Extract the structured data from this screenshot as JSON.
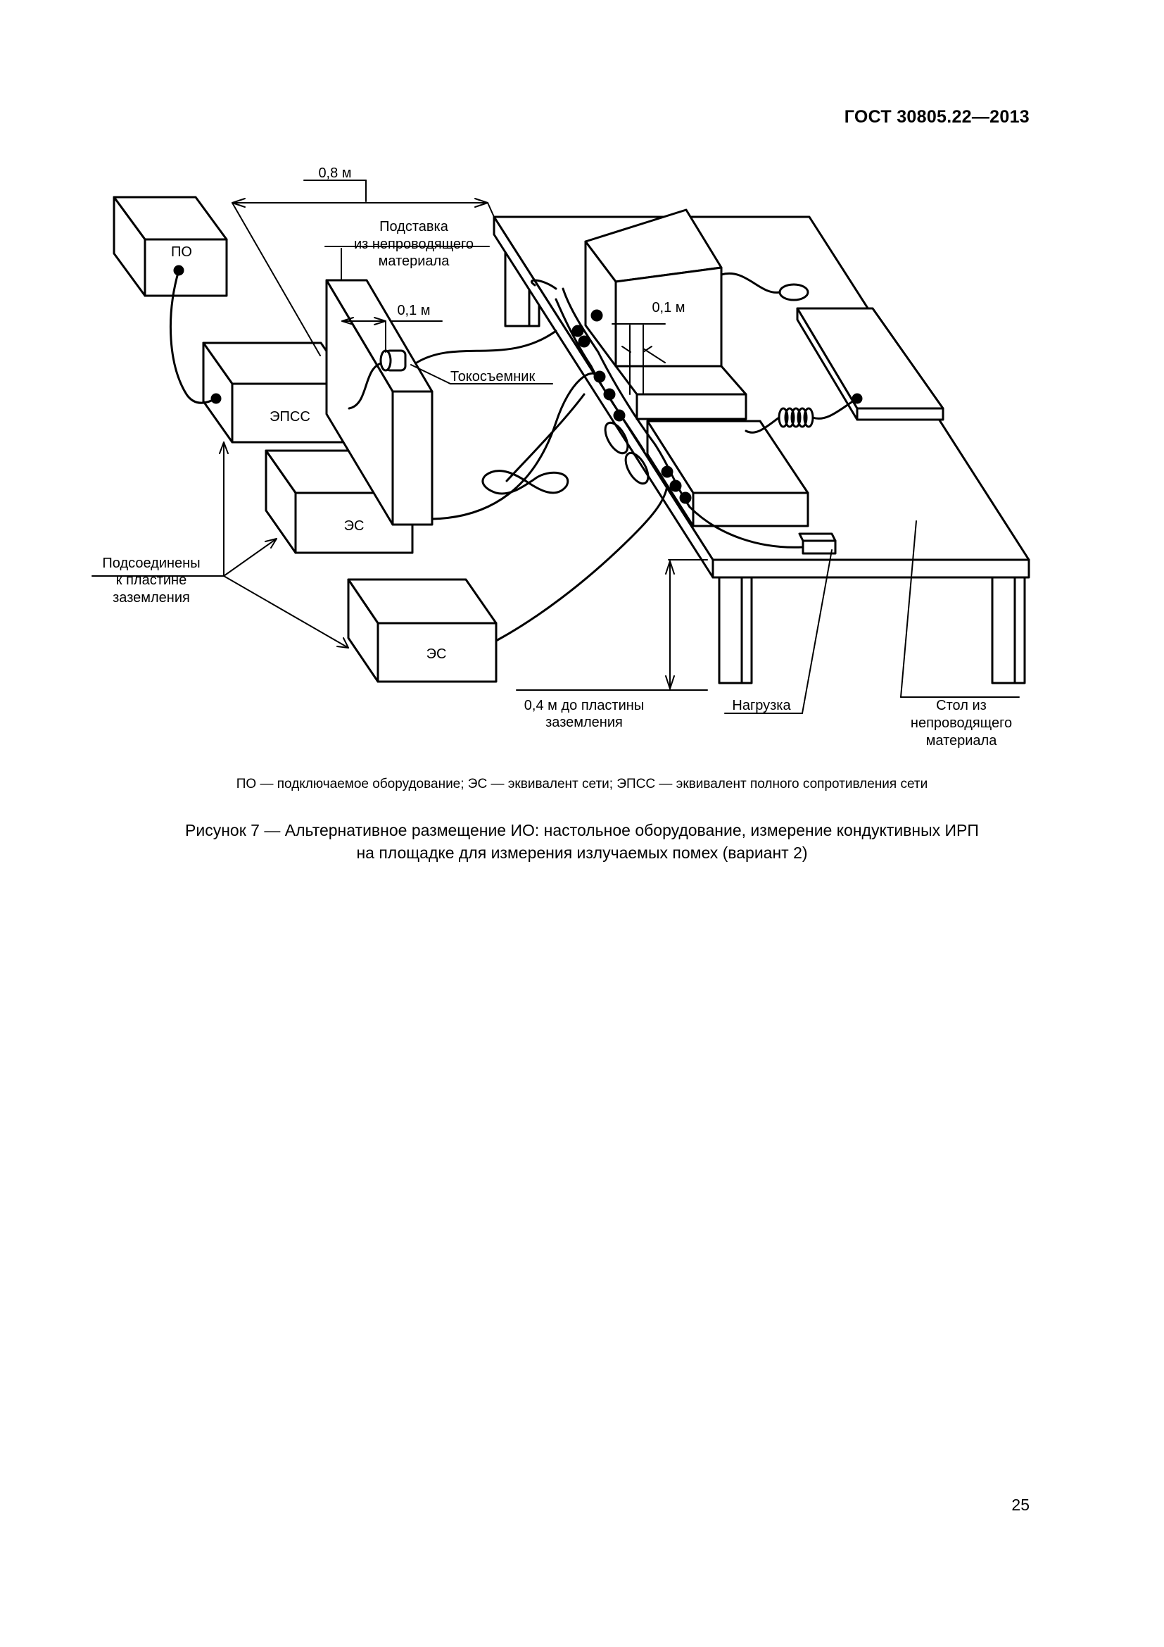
{
  "header": {
    "standard_id": "ГОСТ 30805.22—2013"
  },
  "figure": {
    "labels": {
      "distance_0_8": "0,8 м",
      "stand_line1": "Подставка",
      "stand_line2": "из непроводящего",
      "stand_line3": "материала",
      "distance_0_1_left": "0,1 м",
      "distance_0_1_right": "0,1 м",
      "current_probe": "Токосъемник",
      "po": "ПО",
      "epss": "ЭПСС",
      "es_1": "ЭС",
      "es_2": "ЭС",
      "grounding_line1": "Подсоединены",
      "grounding_line2": "к пластине",
      "grounding_line3": "заземления",
      "height_line1": "0,4 м до пластины",
      "height_line2": "заземления",
      "load": "Нагрузка",
      "table_line1": "Стол из",
      "table_line2": "непроводящего",
      "table_line3": "материала"
    }
  },
  "legend": "ПО — подключаемое оборудование; ЭС — эквивалент сети; ЭПСС — эквивалент полного сопротивления сети",
  "caption": {
    "line1": "Рисунок 7 — Альтернативное размещение ИО: настольное оборудование, измерение кондуктивных ИРП",
    "line2": "на площадке для измерения излучаемых помех (вариант 2)"
  },
  "page_number": "25"
}
